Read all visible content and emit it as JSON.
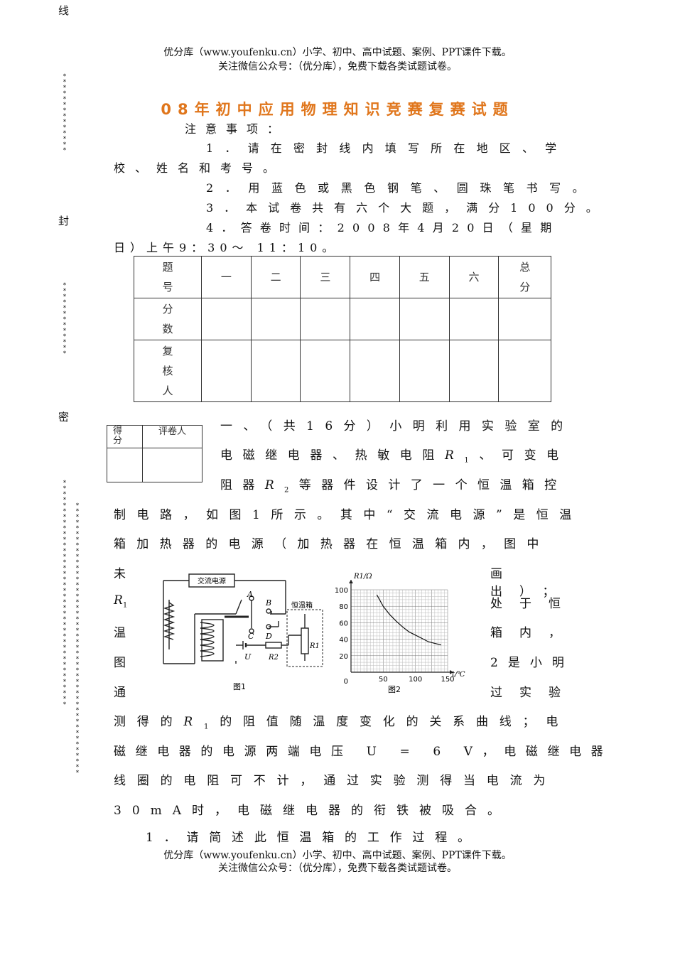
{
  "header": {
    "line1": "优分库（www.youfenku.cn）小学、初中、高中试题、案例、PPT课件下载。",
    "line2": "关注微信公众号：（优分库），免费下载各类试题试卷。"
  },
  "footer": {
    "line1": "优分库（www.youfenku.cn）小学、初中、高中试题、案例、PPT课件下载。",
    "line2": "关注微信公众号：（优分库），免费下载各类试题试卷。"
  },
  "margin": {
    "xian": "线",
    "feng": "封",
    "mi": "密",
    "stars_a": "**************",
    "stars_b": "*************",
    "stars_c": "****************************************",
    "stars_d": "************************************************"
  },
  "title": "08年初中应用物理知识竞赛复赛试题",
  "notice": {
    "heading": "注意事项：",
    "item1a": "1．请在密封线内填写所在地区、学",
    "item1b": "校、姓名和考号。",
    "item2": "2．用蓝色或黑色钢笔、圆珠笔书写。",
    "item3": "3．本试卷共有六个大题，满分100分。",
    "item4a": "4．答卷时间：2008年4月20日（星期",
    "item4b": "日）上午9：30～ 11：10。"
  },
  "score_table": {
    "row_labels": [
      "题号",
      "分数",
      "复核人"
    ],
    "cols": [
      "一",
      "二",
      "三",
      "四",
      "五",
      "六",
      "总分"
    ]
  },
  "grader_table": {
    "score": "得分",
    "grader": "评卷人"
  },
  "question1": {
    "l1": "一、（共16分）小明利用实验室的",
    "l2a": "电磁继电器、热敏电阻",
    "l2b": "、可变电",
    "l3a": "阻器",
    "l3b": "等器件设计了一个恒温箱控",
    "l4": "制电路，如图1所示。其中“交流电源”是恒温",
    "l5": "箱加热器的电源（加热器在恒温箱内，图中",
    "left_chars": [
      "未",
      "R1",
      "温",
      "图",
      "通"
    ],
    "right_texts": [
      "画出）；",
      "处于恒",
      "箱内，",
      "2是小明",
      "过实验"
    ],
    "l6a": "测得的",
    "l6b": "的阻值随温度变化的关系曲线；电",
    "l7": "磁继电器的电源两端电压 U = 6 V，电磁继电器",
    "l8": "线圈的电阻可不计，通过实验测得当电流为",
    "l9": "30mA时，电磁继电器的衔铁被吸合。",
    "sub1": "1．请简述此恒温箱的工作过程。"
  },
  "figure1": {
    "caption": "图1",
    "ac_label": "交流电源",
    "box_label": "恒温箱",
    "labels": [
      "A",
      "B",
      "C",
      "D",
      "U",
      "R1",
      "R2"
    ]
  },
  "figure2": {
    "caption": "图2",
    "ylabel": "R1/Ω",
    "xlabel": "t/℃",
    "yticks": [
      "100",
      "80",
      "60",
      "40",
      "20",
      "0"
    ],
    "xticks": [
      "50",
      "100",
      "150"
    ]
  },
  "chart_data": {
    "type": "line",
    "xlabel": "t/℃",
    "ylabel": "R1/Ω",
    "xlim": [
      0,
      150
    ],
    "ylim": [
      0,
      100
    ],
    "grid": true,
    "x": [
      40,
      50,
      60,
      70,
      80,
      90,
      100,
      110,
      120,
      130,
      140
    ],
    "y": [
      94,
      80,
      70,
      62,
      55,
      49,
      45,
      41,
      37,
      35,
      33
    ]
  }
}
